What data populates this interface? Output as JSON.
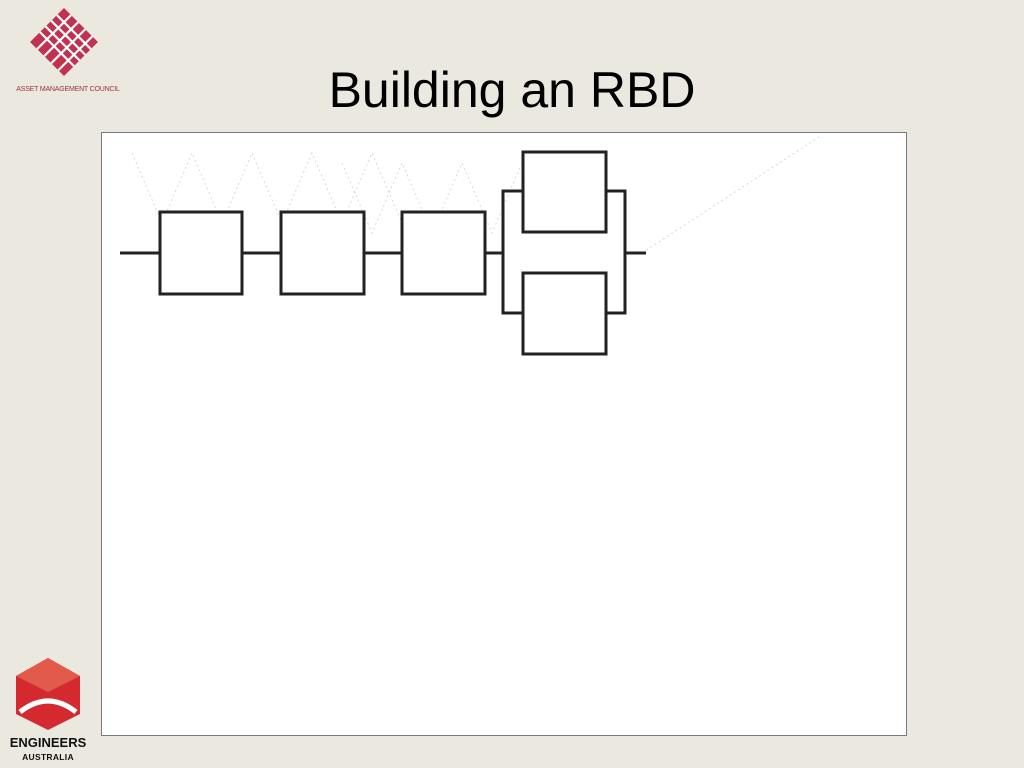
{
  "slide": {
    "title": "Building an RBD",
    "background_color": "#ebe8df"
  },
  "logos": {
    "amc": {
      "icon": "asset-management-council-logo",
      "caption": "ASSET MANAGEMENT COUNCIL",
      "color": "#c2314f"
    },
    "engineers_australia": {
      "icon": "engineers-australia-logo",
      "name": "ENGINEERS",
      "sub": "AUSTRALIA",
      "color": "#d42a2f"
    }
  },
  "diagram": {
    "type": "reliability-block-diagram",
    "series_blocks": 3,
    "parallel_blocks": 2,
    "block_labels": [
      "",
      "",
      "",
      "",
      ""
    ]
  }
}
